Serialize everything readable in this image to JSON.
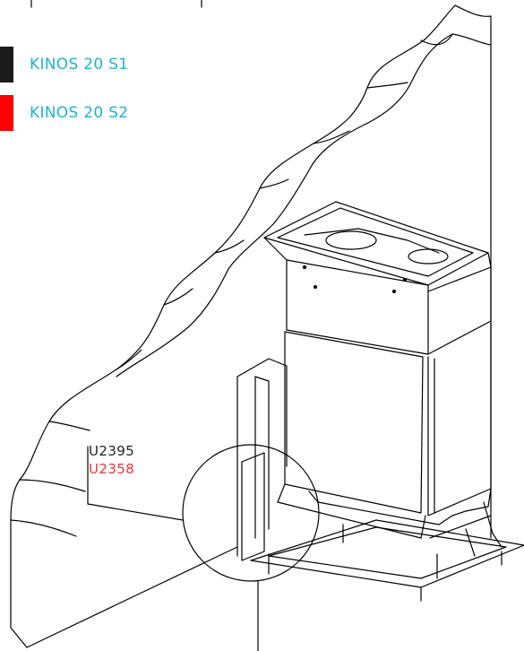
{
  "legend": {
    "items": [
      {
        "label": "KINOS 20 S1",
        "swatch_color": "#1a1a1a"
      },
      {
        "label": "KINOS 20 S2",
        "swatch_color": "#ff0000"
      }
    ],
    "label_color": "#1fb3d1"
  },
  "callout": {
    "codes": [
      {
        "text": "U2395",
        "color": "#222222"
      },
      {
        "text": "U2358",
        "color": "#e8343c"
      }
    ]
  }
}
